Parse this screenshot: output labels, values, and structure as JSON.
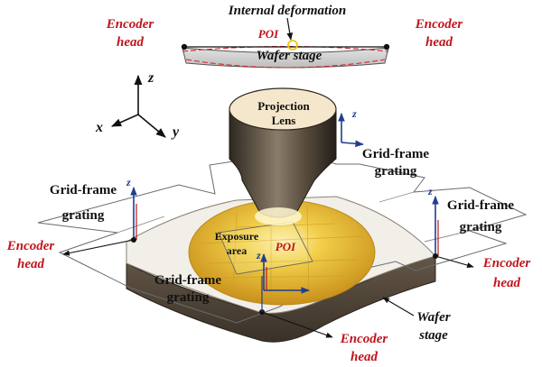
{
  "top_diagram": {
    "title": "Internal deformation",
    "encoder_left": [
      "Encoder",
      "head"
    ],
    "encoder_right": [
      "Encoder",
      "head"
    ],
    "poi": "POI",
    "stage": "Wafer stage"
  },
  "axes": {
    "z": "z",
    "x": "x",
    "y": "y"
  },
  "lens": [
    "Projection",
    "Lens"
  ],
  "labels": {
    "grating_top_right": [
      "Grid-frame",
      "grating"
    ],
    "grating_left": [
      "Grid-frame",
      "grating"
    ],
    "grating_right": [
      "Grid-frame",
      "grating"
    ],
    "grating_bottom": [
      "Grid-frame",
      "grating"
    ],
    "encoder_left": [
      "Encoder",
      "head"
    ],
    "encoder_right": [
      "Encoder",
      "head"
    ],
    "encoder_bottom": [
      "Encoder",
      "head"
    ],
    "exposure": [
      "Exposure",
      "area"
    ],
    "poi": "POI",
    "wafer_stage": [
      "Wafer",
      "stage"
    ],
    "small_z": "z"
  },
  "colors": {
    "label_red": "#c0141c",
    "stage_gray": "#cfcfcf",
    "lens_body": "#4a3f34",
    "wafer_gold": "#e2b22a",
    "axis_blue": "#1f3f8f"
  }
}
